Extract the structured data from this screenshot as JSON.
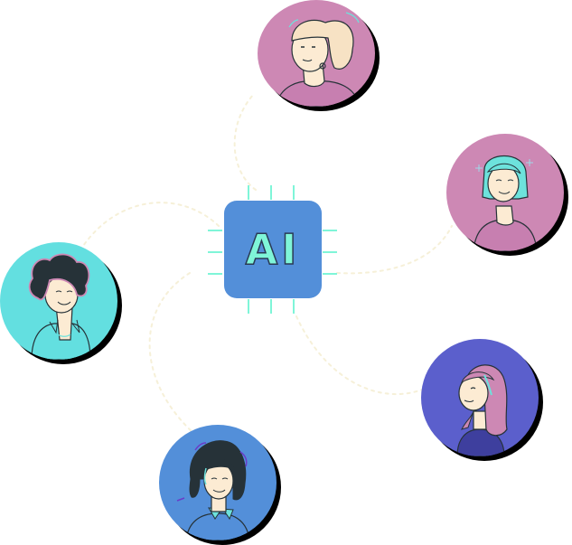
{
  "center_chip": {
    "label": "AI",
    "fill_color": "#538fd9",
    "text_color": "#7ff5d8",
    "pin_color": "#7ff5d8",
    "pins_per_side": 3
  },
  "connector": {
    "style": "dotted",
    "color": "#fbf6e4"
  },
  "avatars": [
    {
      "id": "top",
      "description": "person with blonde ponytail and earring",
      "background": "#cd88b4",
      "hair": "#f7e2c4"
    },
    {
      "id": "right-upper",
      "description": "person with short teal hair",
      "background": "#cd88b4",
      "hair": "#6de2dc"
    },
    {
      "id": "left",
      "description": "person with curly dark hair",
      "background": "#63dfe0",
      "hair": "#263238"
    },
    {
      "id": "right-lower",
      "description": "person with long pink hair",
      "background": "#5b5fcc",
      "hair": "#cd88b4"
    },
    {
      "id": "bottom",
      "description": "person with black bob haircut",
      "background": "#538fd9",
      "hair": "#263238"
    }
  ],
  "colors": {
    "skin": "#fcebd3",
    "outline": "#263238",
    "shadow": "#000000"
  }
}
